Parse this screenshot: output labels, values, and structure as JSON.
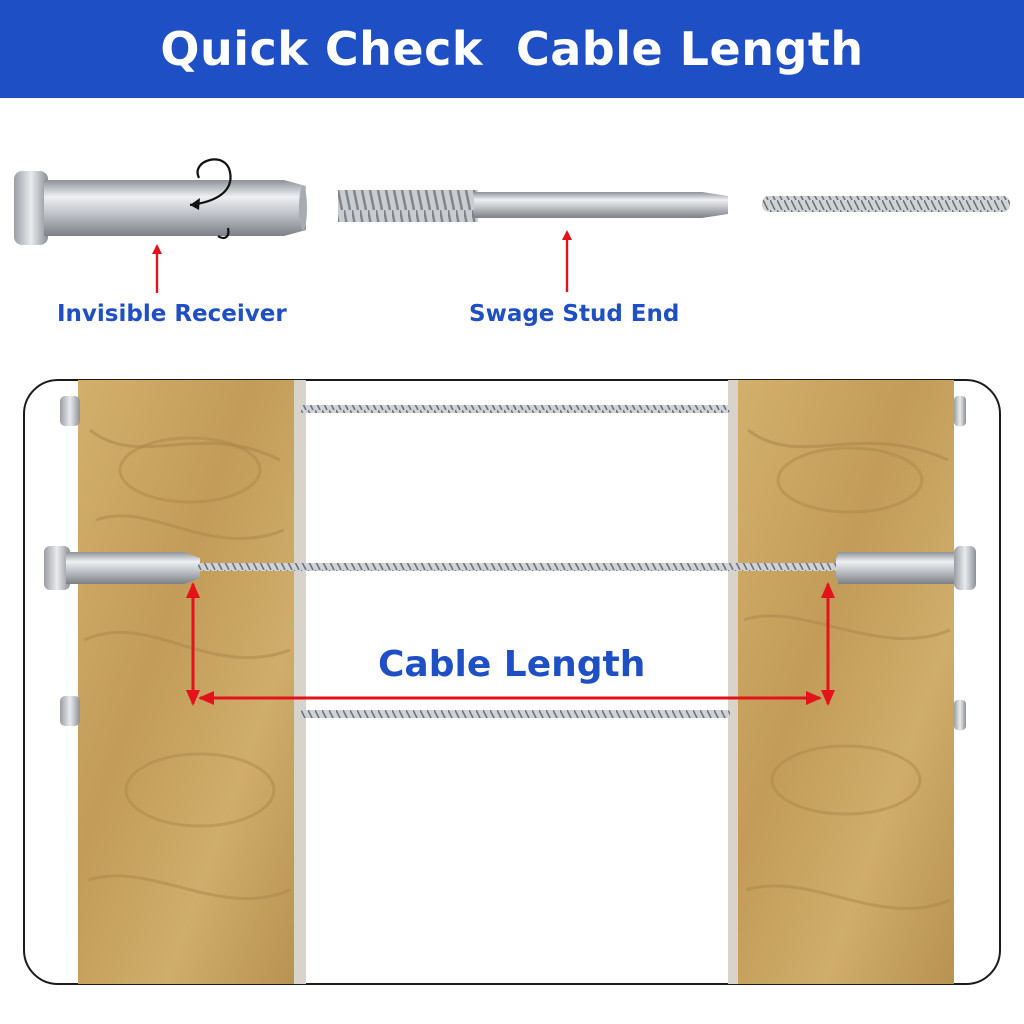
{
  "title": "Quick Check  Cable Length",
  "parts": {
    "receiver_label": "Invisible Receiver",
    "stud_label": "Swage Stud End"
  },
  "diagram": {
    "measure_label": "Cable Length"
  },
  "colors": {
    "banner": "#1f4fc4",
    "label_text": "#1f4fc4",
    "arrow": "#e3121b",
    "wood": "#c9a565",
    "steel": "#b8bcc2"
  }
}
